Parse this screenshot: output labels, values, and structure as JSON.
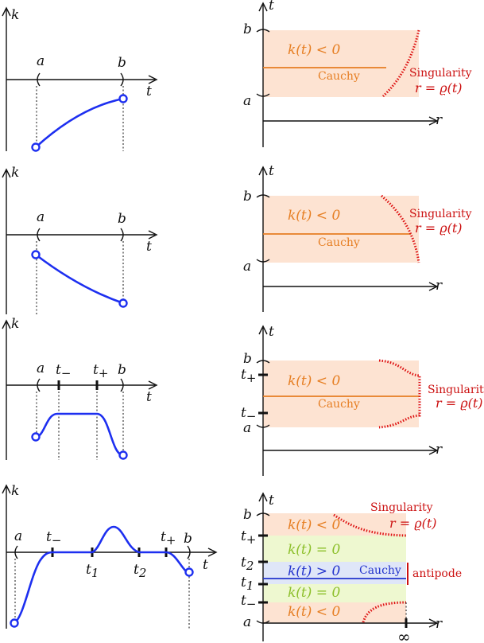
{
  "labels": {
    "k": "k",
    "t": "t",
    "r": "r",
    "a": "a",
    "b": "b",
    "t_minus": "t",
    "t_plus": "t",
    "minus": "−",
    "plus": "+",
    "t1": "t",
    "t2": "t",
    "one": "1",
    "two": "2",
    "infinity": "∞"
  },
  "regions": {
    "k_neg": "k(t) < 0",
    "k_zero": "k(t) = 0",
    "k_pos": "k(t) > 0"
  },
  "text": {
    "cauchy": "Cauchy",
    "singularity": "Singularity",
    "singularity_formula": "r = ϱ(t)",
    "antipode": "antipode"
  },
  "colors": {
    "curve": "#1d2ff0",
    "k_negative_region": "#fde3d2",
    "k_zero_region": "#eef8d0",
    "k_positive_region": "#dfe6f8",
    "cauchy_orange": "#e67e22",
    "cauchy_blue": "#2233cc",
    "singularity": "#cc1111"
  }
}
